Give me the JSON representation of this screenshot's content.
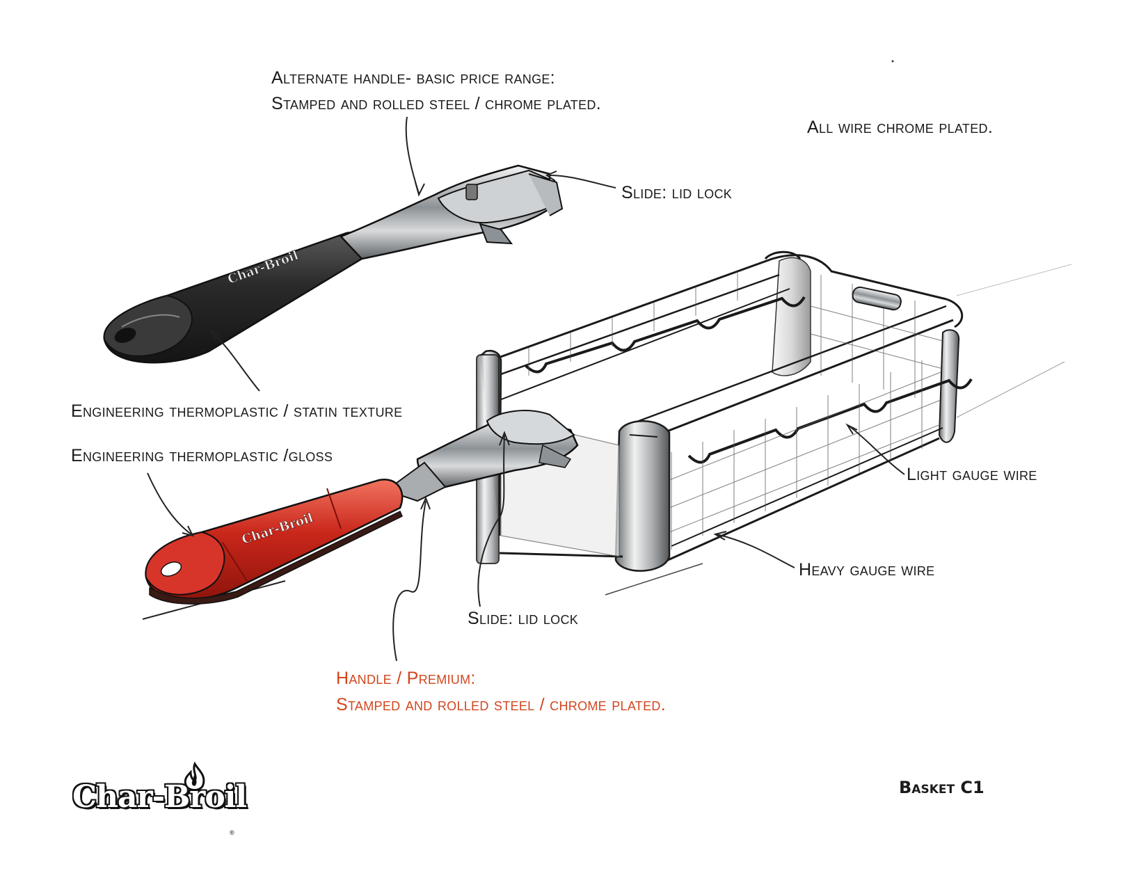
{
  "labels": {
    "alt_handle_line1": "Alternate handle- basic price range:",
    "alt_handle_line2": "Stamped and rolled steel / chrome plated.",
    "all_wire": "All wire chrome plated.",
    "slide_top": "Slide: lid lock",
    "thermo_satin": "Engineering thermoplastic / statin texture",
    "thermo_gloss": "Engineering thermoplastic /gloss",
    "light_gauge": "Light gauge wire",
    "heavy_gauge": "Heavy gauge wire",
    "slide_bottom": "Slide: lid lock",
    "premium_line1": "Handle / Premium:",
    "premium_line2": "Stamped and rolled steel / chrome plated."
  },
  "logo": {
    "text": "Char-Broil",
    "mark": "®"
  },
  "footer": {
    "title": "Basket C1"
  },
  "colors": {
    "ink": "#1a1a1a",
    "premium": "#d2451e",
    "red_handle": "#c8281c",
    "dark_grip": "#2b2b2b",
    "chrome": "#9aa0a4"
  }
}
